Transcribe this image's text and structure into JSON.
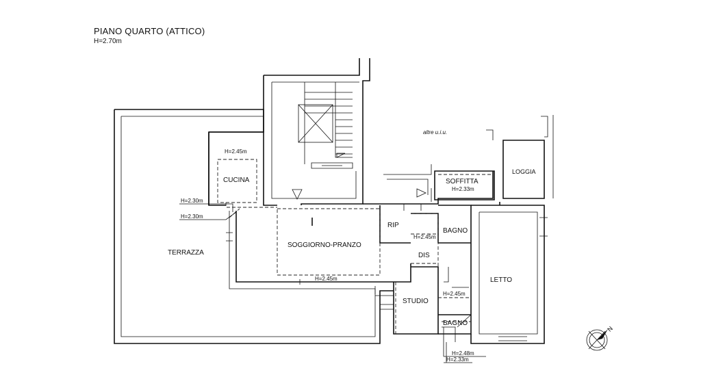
{
  "plan": {
    "title": "PIANO QUARTO (ATTICO)",
    "height_note": "H=2.70m"
  },
  "rooms": {
    "terrazza": "TERRAZZA",
    "cucina": "CUCINA",
    "soggiorno": "SOGGIORNO-PRANZO",
    "rip": "RIP",
    "dis": "DIS",
    "studio": "STUDIO",
    "bagno_top": "BAGNO",
    "bagno_bottom": "BAGNO",
    "letto": "LETTO",
    "soffitta": "SOFFITTA",
    "loggia": "LOGGIA",
    "altre": "altre u.i.u."
  },
  "heights": {
    "cucina": "H=2.45m",
    "terrace_1": "H=2.30m",
    "terrace_2": "H=2.30m",
    "soggiorno": "H=2.45m",
    "dis": "H=2.45m",
    "soffitta": "H=2.33m",
    "bagno": "H=2.45m",
    "bottom_1": "H=2.48m",
    "bottom_2": "H=2.33m"
  },
  "compass": {
    "label": "N"
  }
}
